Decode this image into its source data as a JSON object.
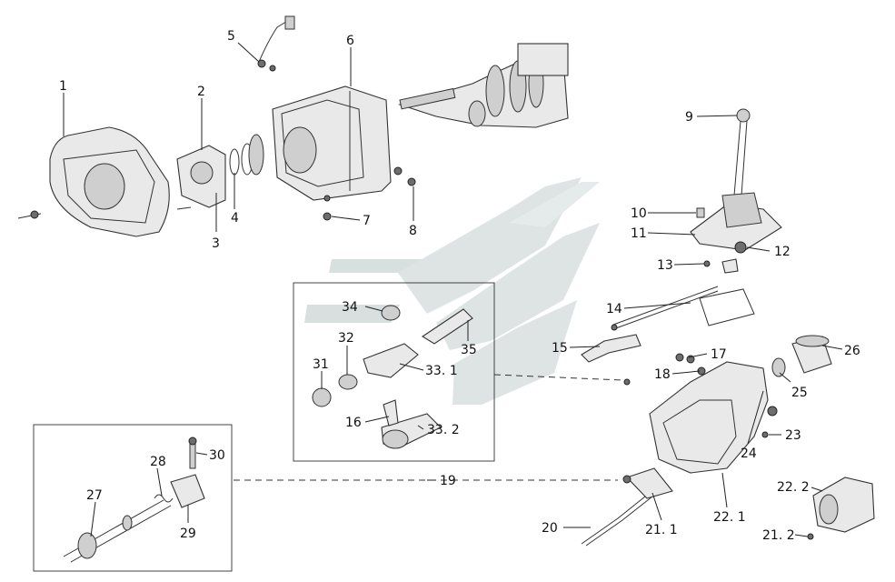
{
  "diagram": {
    "labels": [
      {
        "id": "l1",
        "text": "1"
      },
      {
        "id": "l2",
        "text": "2"
      },
      {
        "id": "l3",
        "text": "3"
      },
      {
        "id": "l4",
        "text": "4"
      },
      {
        "id": "l5",
        "text": "5"
      },
      {
        "id": "l6",
        "text": "6"
      },
      {
        "id": "l7",
        "text": "7"
      },
      {
        "id": "l8",
        "text": "8"
      },
      {
        "id": "l9",
        "text": "9"
      },
      {
        "id": "l10",
        "text": "10"
      },
      {
        "id": "l11",
        "text": "11"
      },
      {
        "id": "l12",
        "text": "12"
      },
      {
        "id": "l13",
        "text": "13"
      },
      {
        "id": "l14",
        "text": "14"
      },
      {
        "id": "l15",
        "text": "15"
      },
      {
        "id": "l16",
        "text": "16"
      },
      {
        "id": "l17",
        "text": "17"
      },
      {
        "id": "l18",
        "text": "18"
      },
      {
        "id": "l19",
        "text": "19"
      },
      {
        "id": "l20",
        "text": "20"
      },
      {
        "id": "l211",
        "text": "21. 1"
      },
      {
        "id": "l212",
        "text": "21. 2"
      },
      {
        "id": "l221",
        "text": "22. 1"
      },
      {
        "id": "l222",
        "text": "22. 2"
      },
      {
        "id": "l23",
        "text": "23"
      },
      {
        "id": "l24",
        "text": "24"
      },
      {
        "id": "l25",
        "text": "25"
      },
      {
        "id": "l26",
        "text": "26"
      },
      {
        "id": "l27",
        "text": "27"
      },
      {
        "id": "l28",
        "text": "28"
      },
      {
        "id": "l29",
        "text": "29"
      },
      {
        "id": "l30",
        "text": "30"
      },
      {
        "id": "l31",
        "text": "31"
      },
      {
        "id": "l32",
        "text": "32"
      },
      {
        "id": "l331",
        "text": "33. 1"
      },
      {
        "id": "l332",
        "text": "33. 2"
      },
      {
        "id": "l34",
        "text": "34"
      },
      {
        "id": "l35",
        "text": "35"
      }
    ],
    "colors": {
      "line": "#222222",
      "part_fill": "#e9e9e9",
      "watermark": "#c8d2d2"
    }
  }
}
